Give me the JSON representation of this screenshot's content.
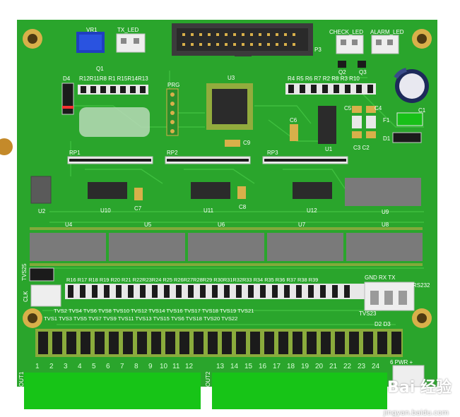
{
  "board": {
    "colors": {
      "pcb": "#2aa52c",
      "trace": "#3fbf3f",
      "silk": "#ffffff",
      "ic": "#2b2b2b",
      "pad": "#d8b04a",
      "terminal": "#17c417",
      "connector": "#444444"
    },
    "labels": {
      "vr1": "VR1",
      "tx_led": "TX_LED",
      "p3": "P3",
      "check_led": "CHECK_LED",
      "alarm_led": "ALARM_LED",
      "d4": "D4",
      "q1": "Q1",
      "r12_row": "R12R11R8 R1 R15R14R13",
      "prg": "PRG",
      "u3": "U3",
      "r4_row": "R4 R5 R6 R7 R2 R8 R3 R10",
      "q2": "Q2",
      "q3": "Q3",
      "c5": "C5",
      "c4": "C4",
      "c1": "C1",
      "f1": "F1",
      "d1": "D1",
      "c6": "C6",
      "c9": "C9",
      "u1": "U1",
      "c3c2": "C3 C2",
      "rp1": "RP1",
      "rp2": "RP2",
      "rp3": "RP3",
      "u2": "U2",
      "u10": "U10",
      "c7": "C7",
      "u11": "U11",
      "c8": "C8",
      "u12": "U12",
      "u9": "U9",
      "u4": "U4",
      "u5": "U5",
      "u6": "U6",
      "u7": "U7",
      "u8": "U8",
      "tvs25": "TVS25",
      "clk": "CLK",
      "r16_row": "R16 R17 R18 R19 R20 R21 R22R23R24 R25 R26R27R28R29 R30R31R32R33 R34 R35 R36 R37 R38 R39",
      "gnd_rx_tx": "GND  RX  TX",
      "rs232": "RS232",
      "tvs_top": "TVS2 TVS4     TVS6     TVS8     TVS10 TVS12      TVS14 TVS16 TVS17 TVS18 TVS19  TVS21",
      "tvs_bot": "TVS1  TVS3      TVS5     TVS7  TVS9  TVS11   TVS13   TVS15  TVS6  TVS18  TVS20   TVS22",
      "tvs23": "TVS23",
      "d2d3": "D2  D3",
      "out1": "OUT1",
      "out2": "OUT2",
      "pwr": "6  PWR +"
    },
    "channels_left": [
      "1",
      "2",
      "3",
      "4",
      "5",
      "6",
      "7",
      "8",
      "9",
      "10",
      "11",
      "12"
    ],
    "channels_right": [
      "13",
      "14",
      "15",
      "16",
      "17",
      "18",
      "19",
      "20",
      "21",
      "22",
      "23",
      "24"
    ],
    "watermark": {
      "logo": "Bai 经验",
      "url": "jingyan.baidu.com"
    }
  }
}
